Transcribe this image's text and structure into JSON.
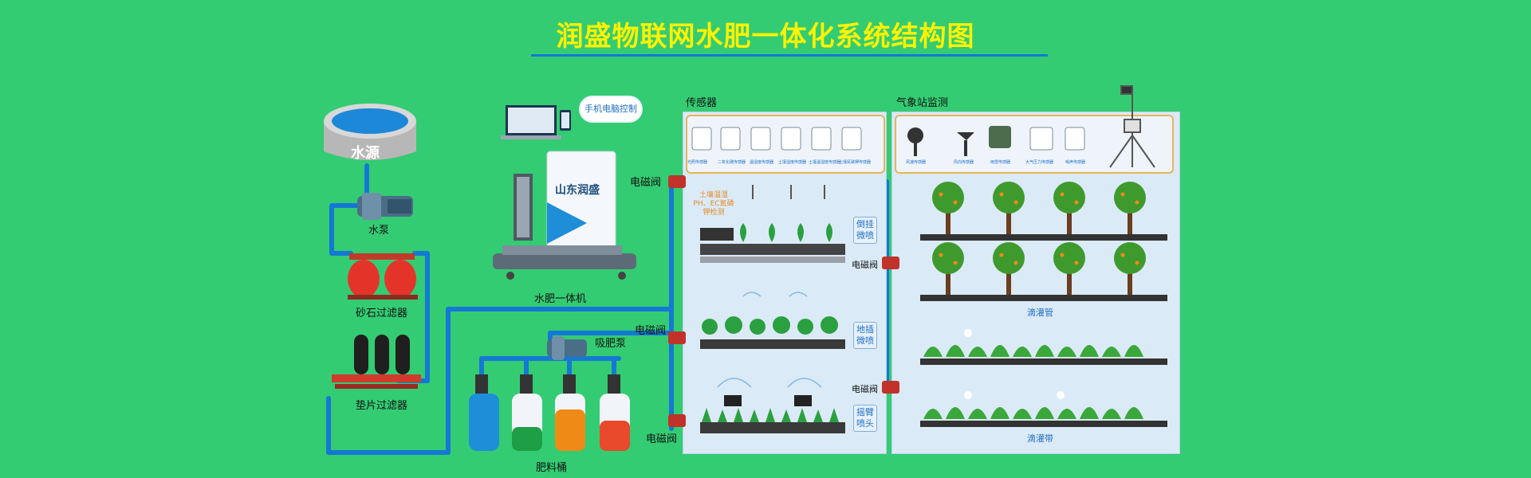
{
  "title": "润盛物联网水肥一体化系统结构图",
  "labels": {
    "water_source": "水源",
    "pump": "水泵",
    "sand_filter": "砂石过滤器",
    "disc_filter": "垫片过滤器",
    "fertigation_machine": "水肥一体机",
    "brand": "山东润盛",
    "suction_pump": "吸肥泵",
    "fertilizer_tank": "肥料桶",
    "phone_control": "手机电脑控制",
    "sensors_heading": "传感器",
    "weather_heading": "气象站监测",
    "valve": "电磁阀",
    "soil_text": "土壤温湿PH、EC氮磷钾检测",
    "hanging_spray": "倒挂微喷",
    "ground_spray": "地插微喷",
    "rocker_spray": "摇臂喷头",
    "drip_pipe": "滴灌管",
    "drip_tape": "滴灌带"
  },
  "sensors": [
    "光照传感器",
    "二氧化碳传感器",
    "温湿度传感器",
    "土壤湿度传感器",
    "土壤温湿度传感器",
    "土壤氮磷钾传感器"
  ],
  "weather_sensors": [
    "风速传感器",
    "风向传感器",
    "雨雪传感器",
    "大气压力传感器",
    "噪声传感器"
  ],
  "colors": {
    "background": "#33cc73",
    "pipe": "#1478d4",
    "title": "#fff200",
    "panel": "#dbeaf7"
  },
  "icons": [
    "tank-icon",
    "pump-icon",
    "filter-icon",
    "laptop-icon",
    "valve-icon",
    "tree-icon",
    "sprinkler-icon",
    "weather-station-icon"
  ]
}
